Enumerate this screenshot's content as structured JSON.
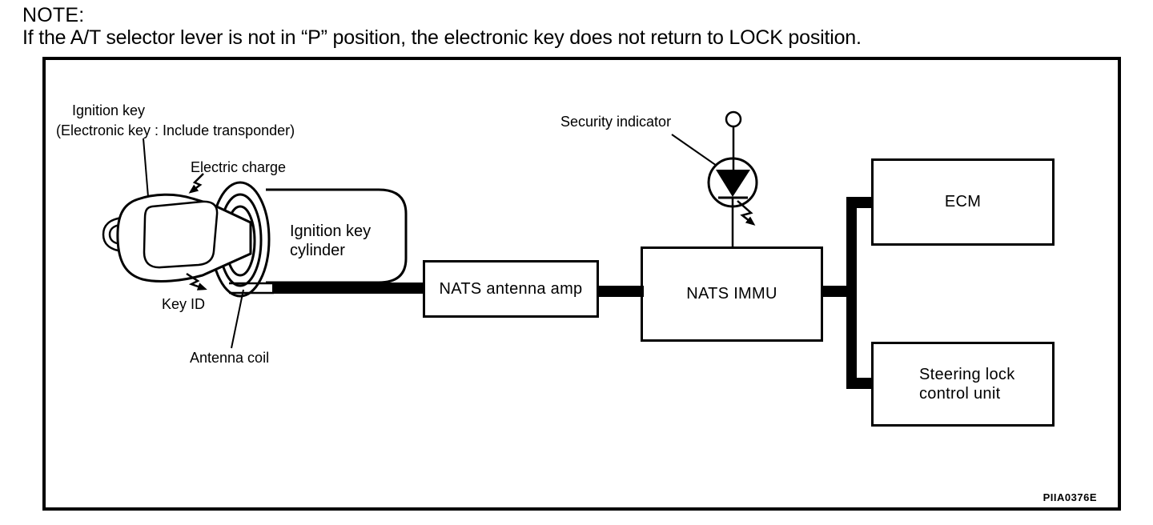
{
  "note": {
    "heading": "NOTE:",
    "body": "If the A/T selector lever is not in “P” position, the electronic key does not return to LOCK position."
  },
  "diagram": {
    "labels": {
      "ignition_key_line1": "Ignition key",
      "ignition_key_line2": "(Electronic key : Include transponder)",
      "electric_charge": "Electric charge",
      "cylinder_line1": "Ignition key",
      "cylinder_line2": "cylinder",
      "key_id": "Key ID",
      "antenna_coil": "Antenna coil",
      "security_indicator": "Security indicator"
    },
    "boxes": {
      "nats_antenna_amp": "NATS antenna amp",
      "nats_immu": "NATS IMMU",
      "ecm": "ECM",
      "steering_lock_line1": "Steering lock",
      "steering_lock_line2": "control unit"
    },
    "figure_id": "PIIA0376E",
    "colors": {
      "ink": "#000000",
      "background": "#ffffff"
    }
  }
}
